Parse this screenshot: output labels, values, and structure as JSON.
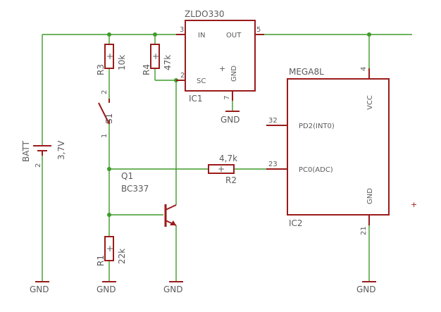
{
  "colors": {
    "part": "#9a1b1b",
    "wire": "#3f9b2a",
    "text": "#5b5b5b"
  },
  "battery": {
    "name": "BATT",
    "value": "3,7V",
    "pin": "2"
  },
  "resistors": {
    "r3": {
      "name": "R3",
      "value": "10k"
    },
    "r4": {
      "name": "R4",
      "value": "47k"
    },
    "r2": {
      "name": "R2",
      "value": "4,7k"
    },
    "r1": {
      "name": "R1",
      "value": "22k"
    }
  },
  "switch": {
    "name": "S1",
    "pin_top": "2",
    "pin_bottom": "1"
  },
  "regulator": {
    "part": "ZLDO330",
    "ref": "IC1",
    "pin_in_label": "IN",
    "pin_in_num": "3",
    "pin_out_label": "OUT",
    "pin_out_num": "5",
    "pin_sc_label": "SC",
    "pin_sc_num": "2",
    "pin_gnd_label": "GND",
    "pin_gnd_num": "7"
  },
  "mcu": {
    "part": "MEGA8L",
    "ref": "IC2",
    "pin_vcc_label": "VCC",
    "pin_vcc_num": "4",
    "pin_pd2_label": "PD2(INT0)",
    "pin_pd2_num": "32",
    "pin_pc0_label": "PC0(ADC)",
    "pin_pc0_num": "23",
    "pin_gnd_label": "GND",
    "pin_gnd_num": "21"
  },
  "transistor": {
    "ref": "Q1",
    "part": "BC337"
  },
  "ground_label": "GND"
}
